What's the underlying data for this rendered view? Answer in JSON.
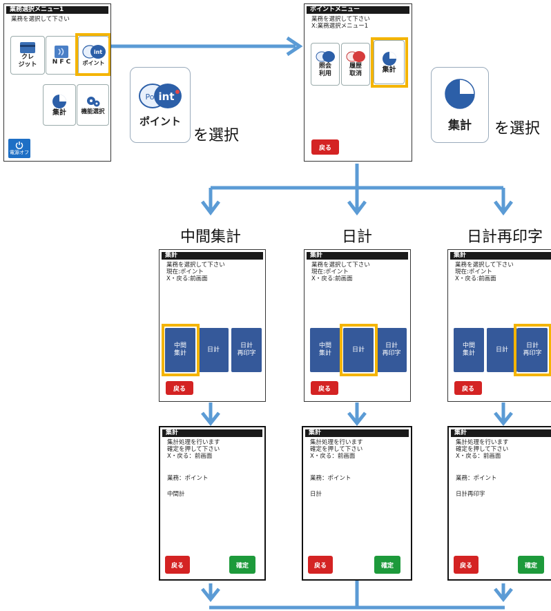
{
  "colors": {
    "arrow": "#5b9bd5",
    "highlight": "#f4b400",
    "button_blue": "#35599a",
    "back_red": "#d42323",
    "confirm_green": "#1d9a3b"
  },
  "menu1": {
    "title": "業務選択メニュー1",
    "message": "業務を選択して下さい",
    "credit_label": "クレ\nジット",
    "nfc_label": "N F C",
    "point_label": "ポイント",
    "aggregate_label": "集計",
    "function_label": "機能選択",
    "power_label": "電源オフ"
  },
  "point_menu": {
    "title": "ポイントメニュー",
    "message": "業務を選択して下さい\nX:業務選択メニュー1",
    "inquiry_label": "照会\n利用",
    "history_label": "履歴\n取消",
    "aggregate_label": "集計",
    "back_label": "戻る"
  },
  "callouts": {
    "point_icon_text": "ポイント",
    "point_logo": "Point",
    "point_caption": "を選択",
    "aggregate_icon_text": "集計",
    "aggregate_caption": "を選択"
  },
  "columns": [
    {
      "label": "中間集計",
      "select_screen": {
        "title": "集計",
        "message": "業務を選択して下さい\n現在:ポイント\nX・戻る:前画面",
        "buttons": [
          "中間\n集計",
          "日計",
          "日計\n再印字"
        ],
        "back": "戻る"
      },
      "confirm_screen": {
        "title": "集計",
        "message": "集計処理を行います\n確定を押して下さい\nX・戻る：前画面",
        "business": "業務：ポイント",
        "item": "中間計",
        "back": "戻る",
        "confirm": "確定"
      }
    },
    {
      "label": "日計",
      "select_screen": {
        "title": "集計",
        "message": "業務を選択して下さい\n現在:ポイント\nX・戻る:前画面",
        "buttons": [
          "中間\n集計",
          "日計",
          "日計\n再印字"
        ],
        "back": "戻る"
      },
      "confirm_screen": {
        "title": "集計",
        "message": "集計処理を行います\n確定を押して下さい\nX・戻る：前画面",
        "business": "業務：ポイント",
        "item": "日計",
        "back": "戻る",
        "confirm": "確定"
      }
    },
    {
      "label": "日計再印字",
      "select_screen": {
        "title": "集計",
        "message": "業務を選択して下さい\n現在:ポイント\nX・戻る:前画面",
        "buttons": [
          "中間\n集計",
          "日計",
          "日計\n再印字"
        ],
        "back": "戻る"
      },
      "confirm_screen": {
        "title": "集計",
        "message": "集計処理を行います\n確定を押して下さい\nX・戻る：前画面",
        "business": "業務：ポイント",
        "item": "日計再印字",
        "back": "戻る",
        "confirm": "確定"
      }
    }
  ]
}
